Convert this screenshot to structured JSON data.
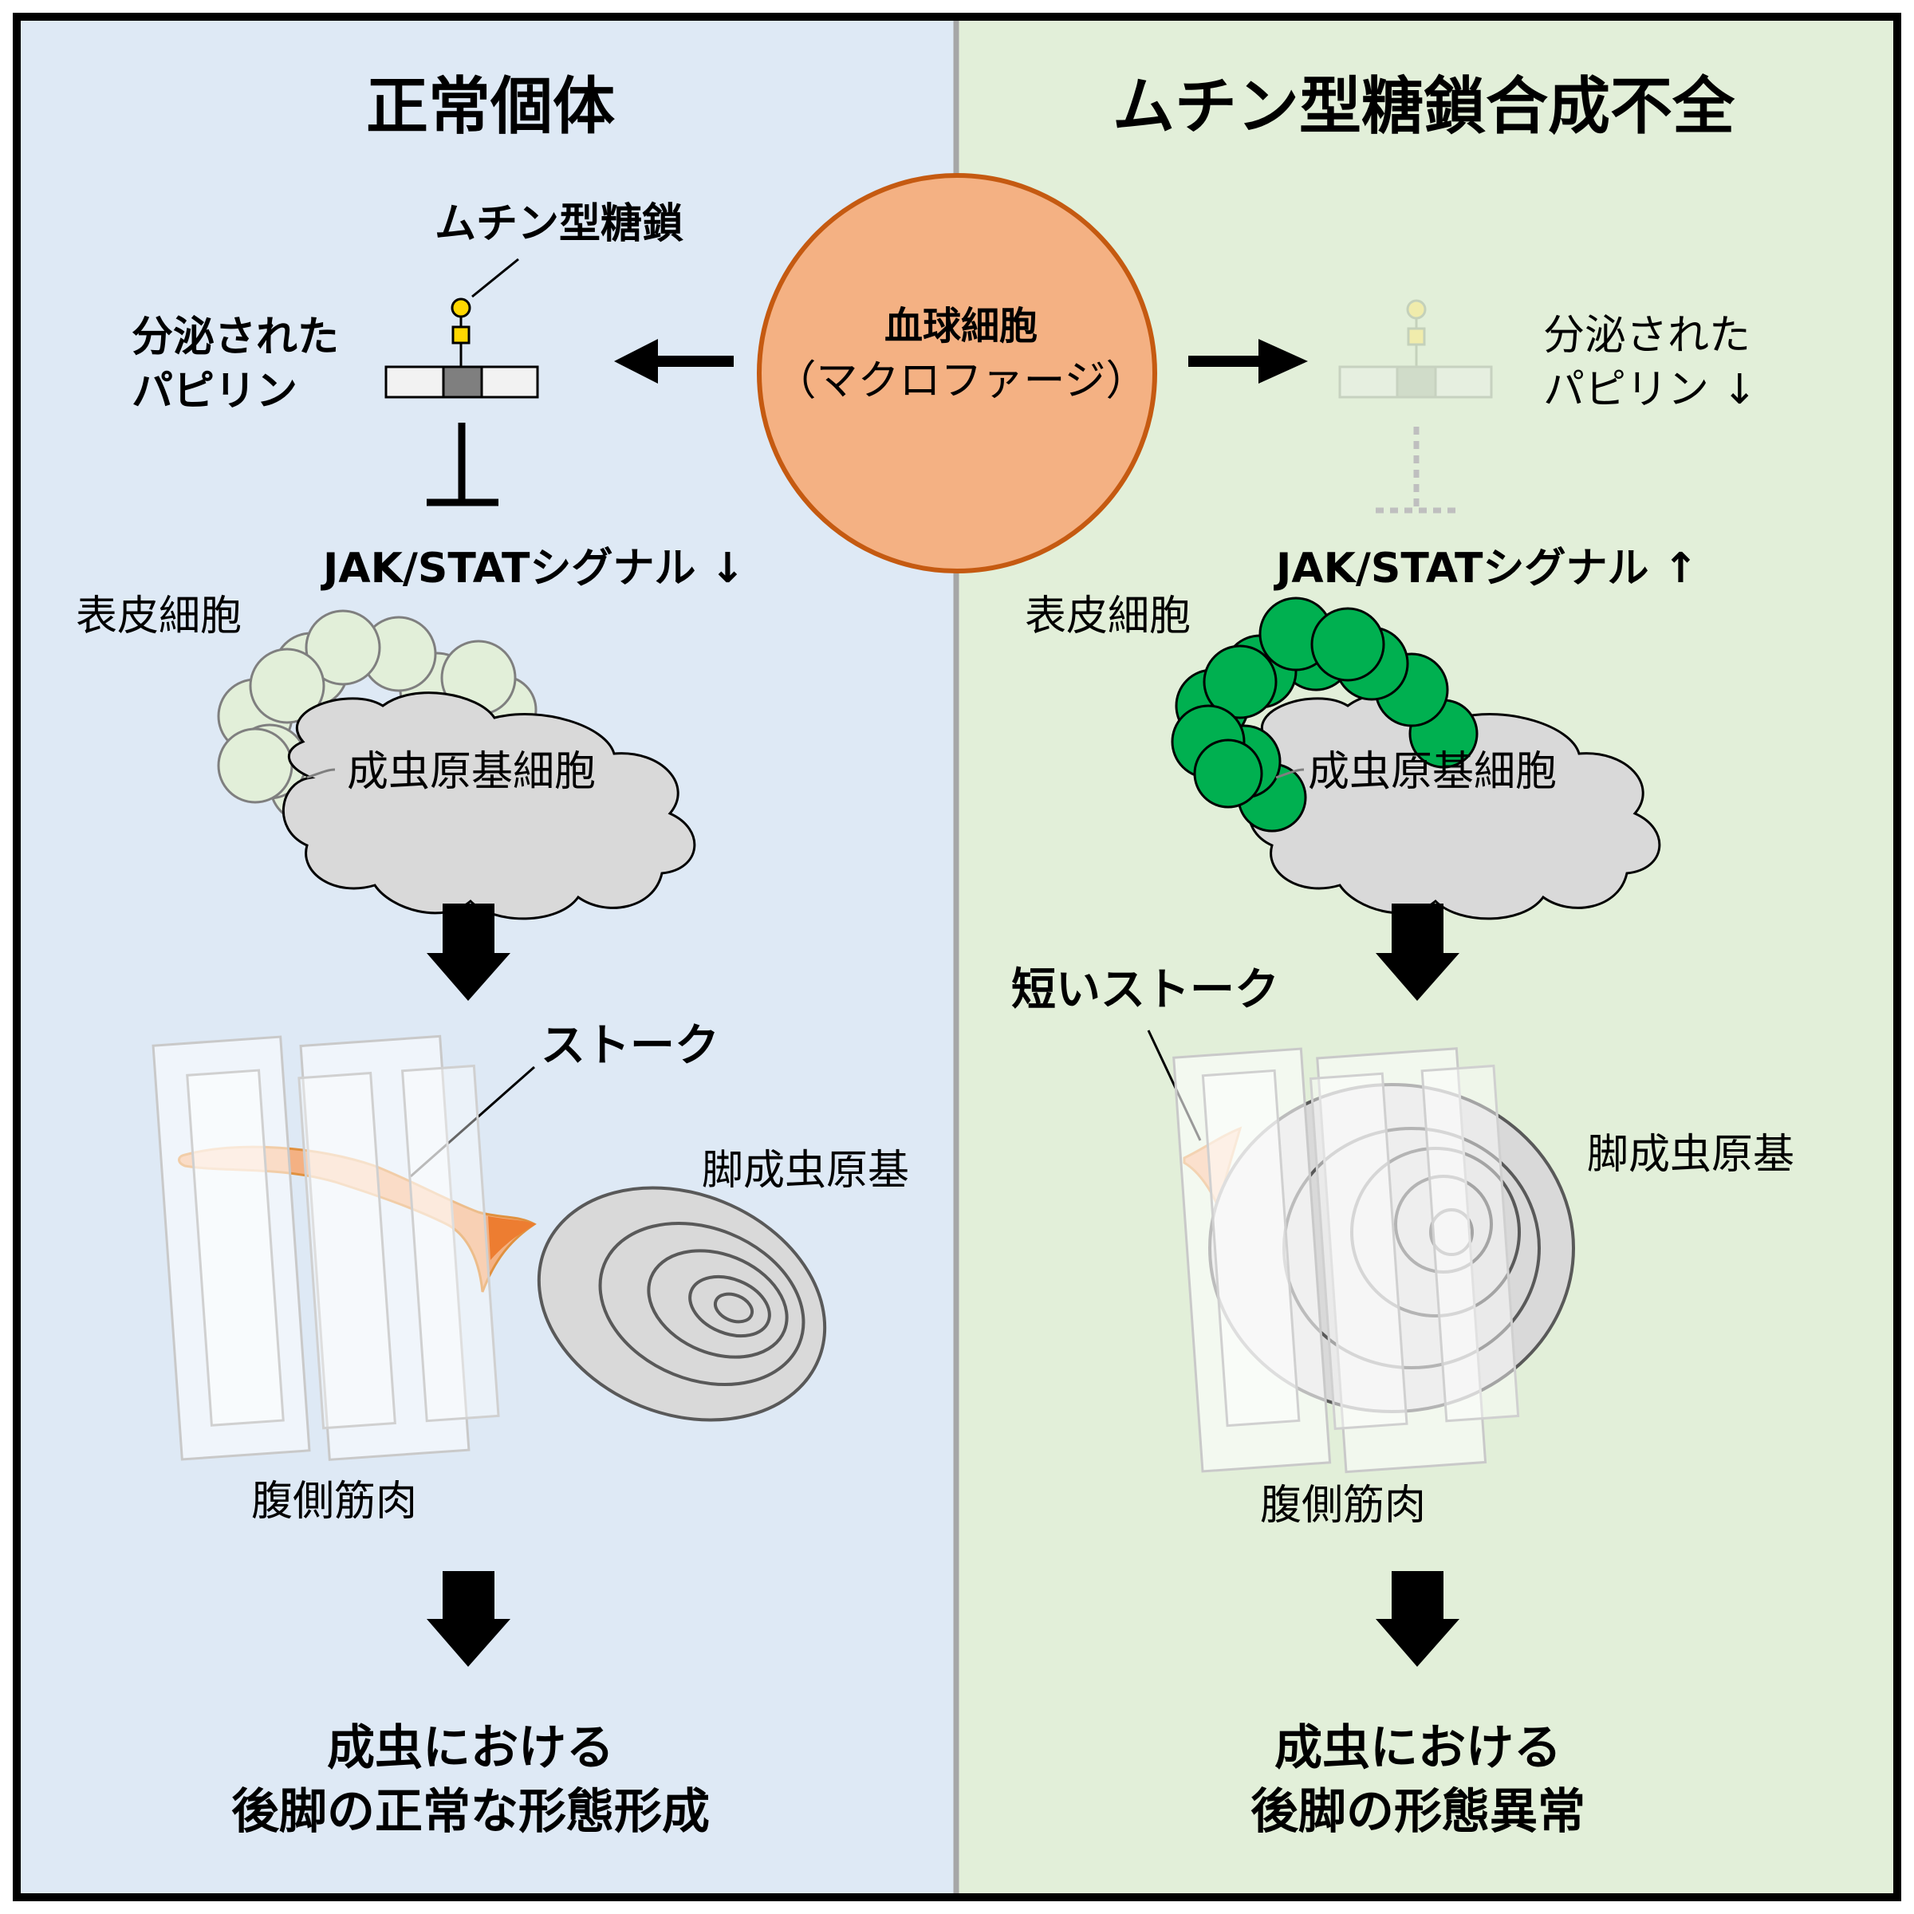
{
  "left": {
    "title": "正常個体",
    "mucin_label": "ムチン型糖鎖",
    "papilin_label_1": "分泌された",
    "papilin_label_2": "パピリン",
    "signal_label": "JAK/STATシグナル ↓",
    "epidermis_label": "表皮細胞",
    "disc_label": "成虫原基細胞",
    "stalk_label": "ストーク",
    "leg_disc_label": "脚成虫原基",
    "muscle_label": "腹側筋肉",
    "result_1": "成虫における",
    "result_2": "後脚の正常な形態形成"
  },
  "center": {
    "cell_label_1": "血球細胞",
    "cell_label_2": "（マクロファージ）"
  },
  "right": {
    "title": "ムチン型糖鎖合成不全",
    "papilin_label_1": "分泌された",
    "papilin_label_2": "パピリン ↓",
    "signal_label": "JAK/STATシグナル ↑",
    "epidermis_label": "表皮細胞",
    "disc_label": "成虫原基細胞",
    "stalk_label": "短いストーク",
    "leg_disc_label": "脚成虫原基",
    "muscle_label": "腹側筋肉",
    "result_1": "成虫における",
    "result_2": "後脚の形態異常"
  },
  "colors": {
    "left_panel": "#dee9f5",
    "right_panel": "#e2efd9",
    "macrophage_fill": "#f4b183",
    "macrophage_stroke": "#c55a11",
    "epidermis_normal": "#e2efd9",
    "epidermis_mutant": "#00b050",
    "disc_gray": "#d9d9d9",
    "stalk_orange": "#f4b183",
    "glycan_yellow": "#ffd700"
  }
}
